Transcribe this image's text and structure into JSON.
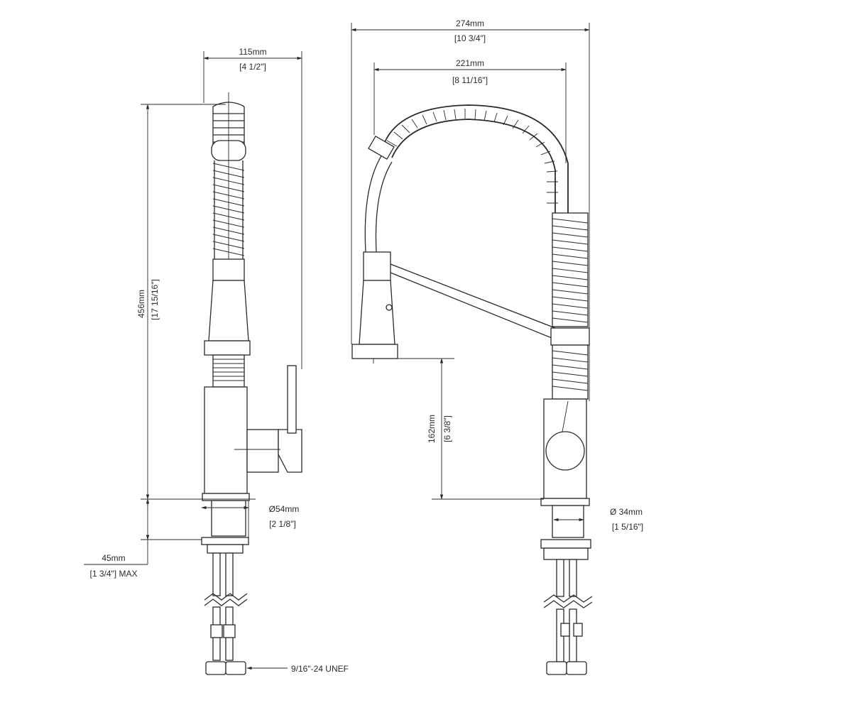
{
  "side_view": {
    "width_mm": "115mm",
    "width_in": "[4 1/2\"]",
    "height_mm": "456mm",
    "height_in": "[17 15/16\"]",
    "base_dia_mm": "Ø54mm",
    "base_dia_in": "[2 1/8\"]",
    "deck_mm": "45mm",
    "deck_in": "[1 3/4\"] MAX",
    "thread": "9/16\"-24 UNEF"
  },
  "front_view": {
    "overall_mm": "274mm",
    "overall_in": "[10 3/4\"]",
    "reach_mm": "221mm",
    "reach_in": "[8 11/16\"]",
    "clearance_mm": "162mm",
    "clearance_in": "[6 3/8\"]",
    "shank_dia_mm": "Ø 34mm",
    "shank_dia_in": "[1 5/16\"]"
  }
}
